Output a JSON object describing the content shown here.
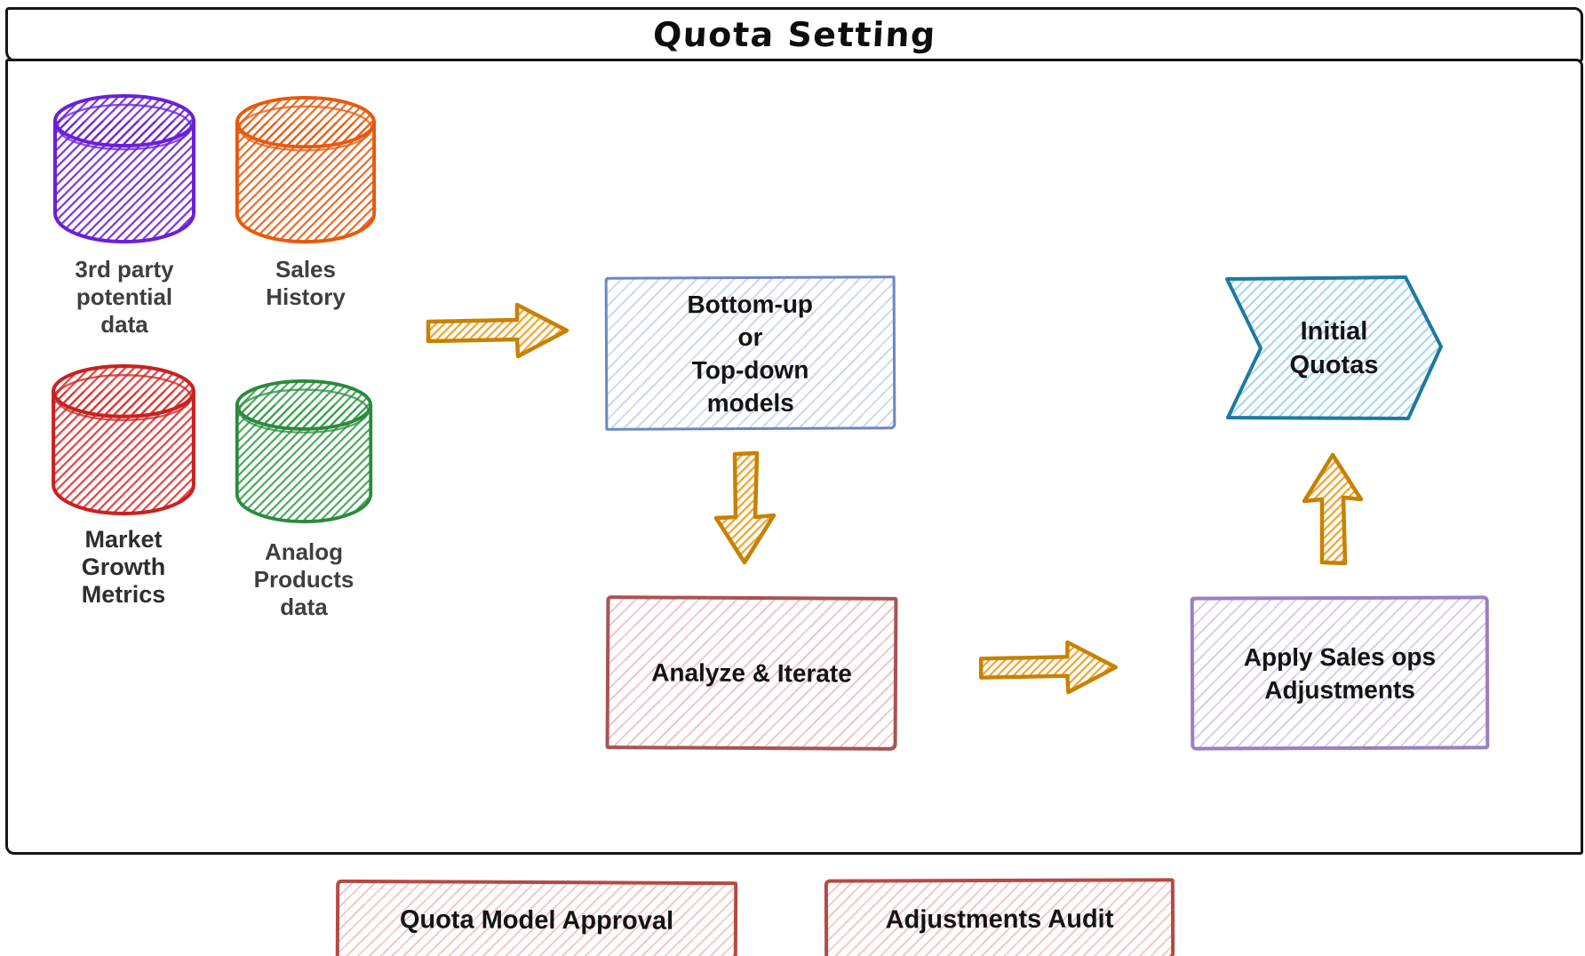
{
  "title": "Quota Setting",
  "sources": [
    {
      "name": "third-party-potential-data",
      "lines": [
        "3rd party",
        "potential",
        "data"
      ],
      "color": "#6a1fd8"
    },
    {
      "name": "sales-history",
      "lines": [
        "Sales",
        "History"
      ],
      "color": "#e8590c"
    },
    {
      "name": "market-growth-metrics",
      "lines": [
        "Market",
        "Growth",
        "Metrics"
      ],
      "color": "#d62b2b"
    },
    {
      "name": "analog-products-data",
      "lines": [
        "Analog",
        "Products",
        "data"
      ],
      "color": "#2f9e44"
    }
  ],
  "flow": {
    "models": {
      "lines": [
        "Bottom-up",
        "or",
        "Top-down",
        "models"
      ],
      "border_color": "#6b87c0"
    },
    "analyze": {
      "label": "Analyze & Iterate",
      "border_color": "#a85353"
    },
    "adjustments": {
      "lines": [
        "Apply Sales ops",
        "Adjustments"
      ],
      "border_color": "#9b7fc0"
    },
    "initial_quotas": {
      "lines": [
        "Initial",
        "Quotas"
      ],
      "border_color": "#1d7a9e"
    }
  },
  "footer": {
    "approval": {
      "label": "Quota Model Approval",
      "border_color": "#b54a42"
    },
    "audit": {
      "label": "Adjustments Audit",
      "border_color": "#b54a42"
    }
  },
  "arrow_color": "#c88100"
}
